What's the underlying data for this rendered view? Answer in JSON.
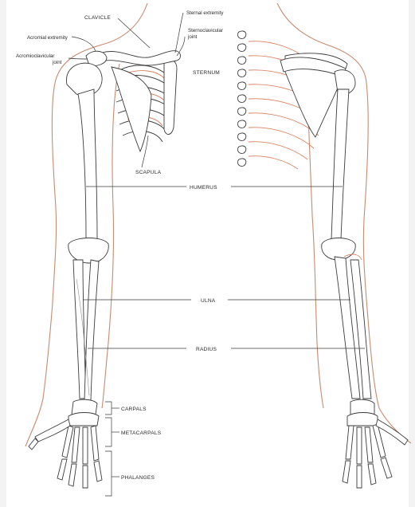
{
  "labels": {
    "clavicle": "CLAVICLE",
    "sternal_extremity": "Sternal extremity",
    "sternoclavicular_joint_1": "Sternoclavicular",
    "sternoclavicular_joint_2": "joint",
    "acromial_extremity": "Acromial extremity",
    "acromioclavicular_joint_1": "Acromioclavicular",
    "acromioclavicular_joint_2": "joint",
    "sternum": "STERNUM",
    "scapula": "SCAPULA",
    "humerus": "HUMERUS",
    "ulna": "ULNA",
    "radius": "RADIUS",
    "carpals": "CARPALS",
    "metacarpals": "METACARPALS",
    "phalanges": "PHALANGES"
  },
  "colors": {
    "outline": "#3b3b3b",
    "skin_line": "#c98a6e",
    "rib_accent": "#d9805e",
    "background": "#ffffff"
  }
}
